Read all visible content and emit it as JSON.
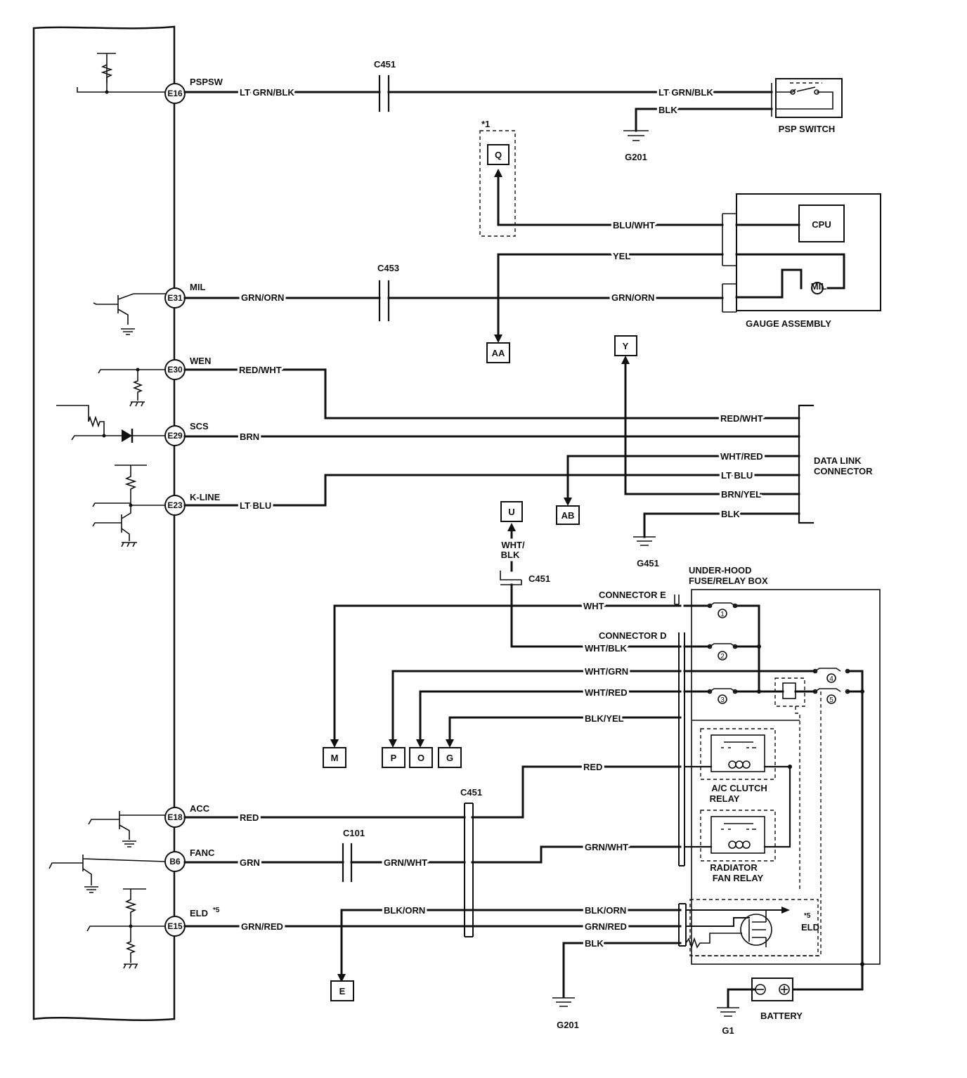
{
  "pins": {
    "e16": "E16",
    "e31": "E31",
    "e30": "E30",
    "e29": "E29",
    "e23": "E23",
    "e18": "E18",
    "b6": "B6",
    "e15": "E15"
  },
  "signals": {
    "pspsw": "PSPSW",
    "mil": "MIL",
    "wen": "WEN",
    "scs": "SCS",
    "kline": "K-LINE",
    "acc": "ACC",
    "fanc": "FANC",
    "eld": "ELD",
    "eld_note": "*5"
  },
  "wires": {
    "lt_grn_blk": "LT GRN/BLK",
    "blk": "BLK",
    "blu_wht": "BLU/WHT",
    "yel": "YEL",
    "grn_orn": "GRN/ORN",
    "red_wht": "RED/WHT",
    "brn": "BRN",
    "wht_red": "WHT/RED",
    "lt_blu": "LT BLU",
    "brn_yel": "BRN/YEL",
    "wht_blk_1": "WHT/",
    "wht_blk_2": "BLK",
    "wht": "WHT",
    "wht_blk": "WHT/BLK",
    "wht_grn": "WHT/GRN",
    "blk_yel": "BLK/YEL",
    "red": "RED",
    "grn_wht": "GRN/WHT",
    "grn": "GRN",
    "blk_orn": "BLK/ORN",
    "grn_red": "GRN/RED"
  },
  "connectors": {
    "c451": "C451",
    "c453": "C453",
    "c101": "C101",
    "connector_e": "CONNECTOR E",
    "connector_d": "CONNECTOR D"
  },
  "grounds": {
    "g201": "G201",
    "g451": "G451",
    "g1": "G1"
  },
  "refs": {
    "q": "Q",
    "aa": "AA",
    "y": "Y",
    "ab": "AB",
    "u": "U",
    "m": "M",
    "p": "P",
    "o": "O",
    "g": "G",
    "e": "E",
    "note1": "*1"
  },
  "components": {
    "psp_switch": "PSP SWITCH",
    "cpu": "CPU",
    "mil_lamp": "MIL",
    "gauge_assembly": "GAUGE ASSEMBLY",
    "dlc_1": "DATA LINK",
    "dlc_2": "CONNECTOR",
    "fuse_box_1": "UNDER-HOOD",
    "fuse_box_2": "FUSE/RELAY BOX",
    "ac_relay_1": "A/C CLUTCH",
    "ac_relay_2": "RELAY",
    "fan_relay_1": "RADIATOR",
    "fan_relay_2": "FAN RELAY",
    "eld_note": "*5",
    "eld": "ELD",
    "battery": "BATTERY"
  },
  "fuses": {
    "f1": "1",
    "f2": "2",
    "f3": "3",
    "f4": "4",
    "f5": "5"
  }
}
